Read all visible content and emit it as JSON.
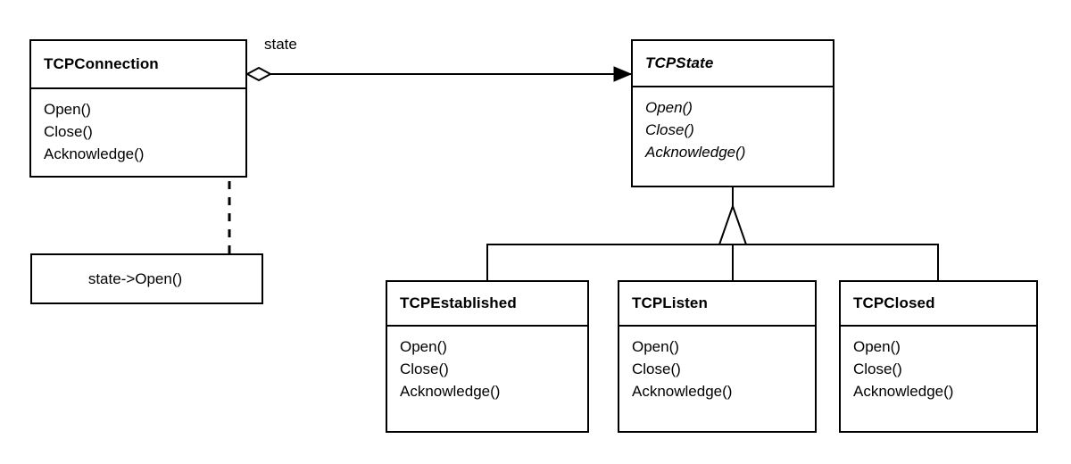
{
  "diagram": {
    "title": "TCPConnection State pattern class diagram",
    "type": "uml-class-diagram",
    "background": "#ffffff",
    "line_color": "#000000",
    "note_fold_color": "#a8a8a8"
  },
  "classes": {
    "tcp_connection": {
      "name": "TCPConnection",
      "abstract": false,
      "operations": [
        "Open()",
        "Close()",
        "Acknowledge()"
      ]
    },
    "tcp_state": {
      "name": "TCPState",
      "abstract": true,
      "operations": [
        "Open()",
        "Close()",
        "Acknowledge()"
      ]
    },
    "tcp_established": {
      "name": "TCPEstablished",
      "abstract": false,
      "operations": [
        "Open()",
        "Close()",
        "Acknowledge()"
      ]
    },
    "tcp_listen": {
      "name": "TCPListen",
      "abstract": false,
      "operations": [
        "Open()",
        "Close()",
        "Acknowledge()"
      ]
    },
    "tcp_closed": {
      "name": "TCPClosed",
      "abstract": false,
      "operations": [
        "Open()",
        "Close()",
        "Acknowledge()"
      ]
    }
  },
  "note": {
    "text": "state->Open()"
  },
  "relations": {
    "association_label": "state",
    "association_kind": "aggregation-with-navigable-arrow",
    "generalization_kind": "inheritance-hollow-triangle",
    "note_link_kind": "dashed-anchor"
  }
}
